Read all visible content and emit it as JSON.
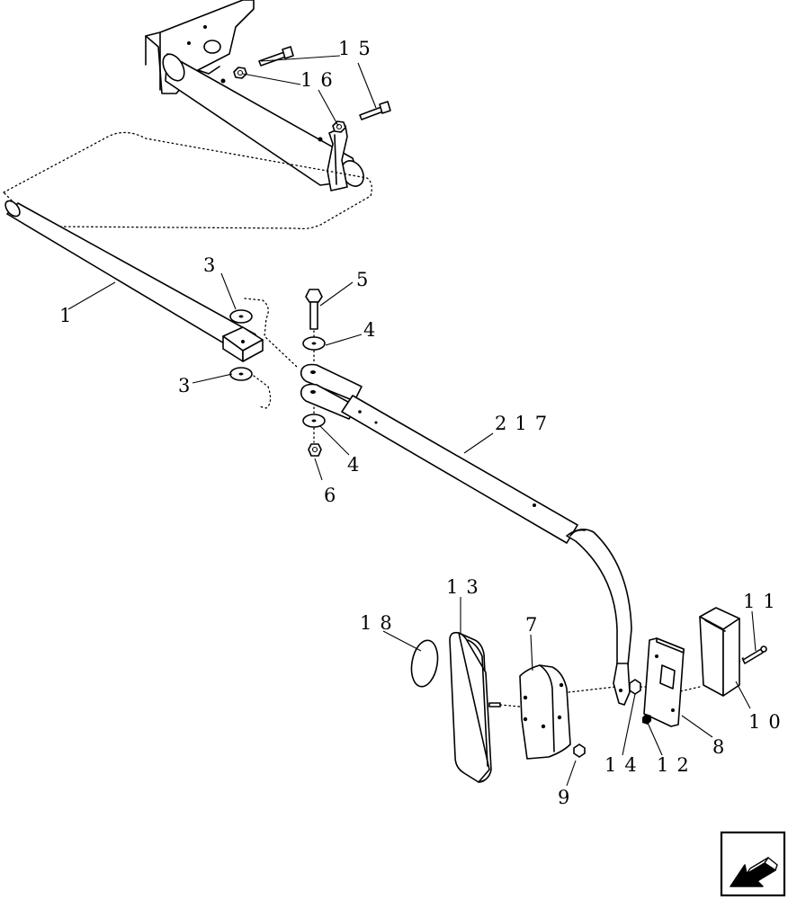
{
  "callouts": {
    "c1": "1",
    "c3a": "3",
    "c3b": "3",
    "c4a": "4",
    "c4b": "4",
    "c5": "5",
    "c6": "6",
    "c7": "7",
    "c8": "8",
    "c9": "9",
    "c10": "10",
    "c11": "11",
    "c12": "12",
    "c13": "13",
    "c14": "14",
    "c15": "15",
    "c16": "16",
    "c18": "18",
    "c217": "217"
  },
  "icons": {
    "nav": "arrow-back-left-icon"
  }
}
